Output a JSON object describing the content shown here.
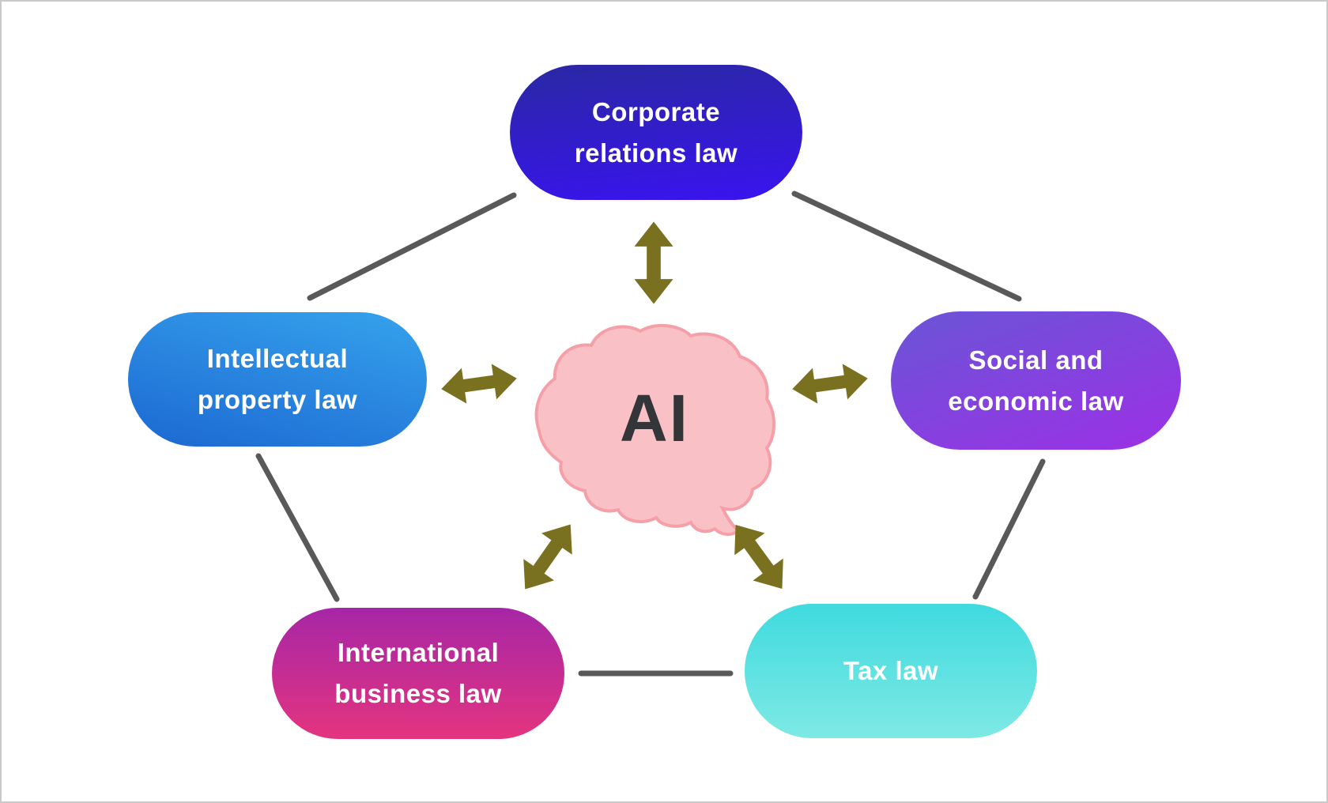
{
  "diagram": {
    "center_label": "AI",
    "nodes": [
      {
        "id": "corporate-relations-law",
        "label": "Corporate relations law",
        "lines": [
          "Corporate",
          "relations law"
        ],
        "gradient": {
          "angle": "175deg",
          "from": "#2A28A3",
          "to": "#3A13F0"
        },
        "text_color": "#FFFFFF"
      },
      {
        "id": "intellectual-property-law",
        "label": "Intellectual property law",
        "lines": [
          "Intellectual",
          "property law"
        ],
        "gradient": {
          "angle": "195deg",
          "from": "#36A3EC",
          "to": "#1C68D2"
        },
        "text_color": "#FFFFFF"
      },
      {
        "id": "social-and-economic-law",
        "label": "Social and economic law",
        "lines": [
          "Social and",
          "economic law"
        ],
        "gradient": {
          "angle": "160deg",
          "from": "#6A55D6",
          "to": "#9C30E6"
        },
        "text_color": "#FFFFFF"
      },
      {
        "id": "international-business-law",
        "label": "International business law",
        "lines": [
          "International",
          "business law"
        ],
        "gradient": {
          "angle": "180deg",
          "from": "#A626A6",
          "to": "#E4347F"
        },
        "text_color": "#FFFFFF"
      },
      {
        "id": "tax-law",
        "label": "Tax law",
        "lines": [
          "Tax law"
        ],
        "gradient": {
          "angle": "180deg",
          "from": "#3FDADF",
          "to": "#7EE9E4"
        },
        "text_color": "#FFFFFF"
      }
    ],
    "colors": {
      "background": "#FFFFFF",
      "frame_border": "#C9C9C9",
      "connector": "#595959",
      "arrow": "#7A7120",
      "brain_fill": "#F9C1C5",
      "brain_stroke": "#F5A0A9",
      "center_text": "#333538"
    }
  }
}
